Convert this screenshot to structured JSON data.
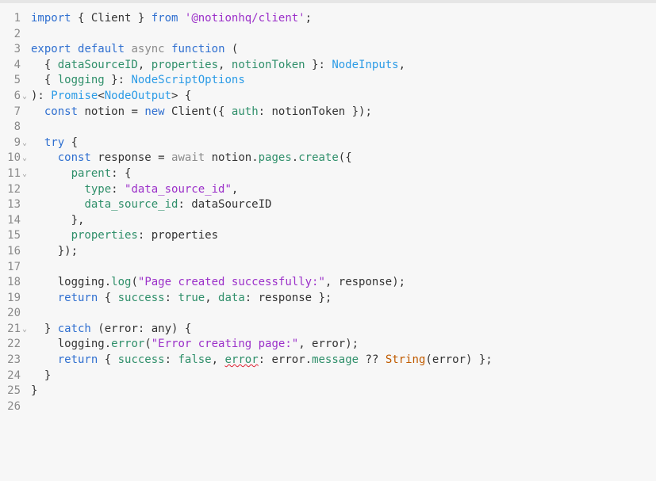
{
  "editor": {
    "lines": [
      {
        "no": "1",
        "fold": false,
        "segments": [
          {
            "t": "import",
            "c": "kw"
          },
          {
            "t": " { Client } "
          },
          {
            "t": "from",
            "c": "kw"
          },
          {
            "t": " "
          },
          {
            "t": "'@notionhq/client'",
            "c": "str"
          },
          {
            "t": ";"
          }
        ]
      },
      {
        "no": "2",
        "fold": false,
        "segments": []
      },
      {
        "no": "3",
        "fold": false,
        "segments": [
          {
            "t": "export",
            "c": "kw"
          },
          {
            "t": " "
          },
          {
            "t": "default",
            "c": "kw"
          },
          {
            "t": " "
          },
          {
            "t": "async",
            "c": "asy"
          },
          {
            "t": " "
          },
          {
            "t": "function",
            "c": "kw"
          },
          {
            "t": " ("
          }
        ]
      },
      {
        "no": "4",
        "fold": false,
        "segments": [
          {
            "t": "  { "
          },
          {
            "t": "dataSourceID",
            "c": "prop"
          },
          {
            "t": ", "
          },
          {
            "t": "properties",
            "c": "prop"
          },
          {
            "t": ", "
          },
          {
            "t": "notionToken",
            "c": "prop"
          },
          {
            "t": " }: "
          },
          {
            "t": "NodeInputs",
            "c": "type"
          },
          {
            "t": ","
          }
        ]
      },
      {
        "no": "5",
        "fold": false,
        "segments": [
          {
            "t": "  { "
          },
          {
            "t": "logging",
            "c": "prop"
          },
          {
            "t": " }: "
          },
          {
            "t": "NodeScriptOptions",
            "c": "type"
          }
        ]
      },
      {
        "no": "6",
        "fold": true,
        "segments": [
          {
            "t": "): "
          },
          {
            "t": "Promise",
            "c": "type"
          },
          {
            "t": "<"
          },
          {
            "t": "NodeOutput",
            "c": "type"
          },
          {
            "t": "> {"
          }
        ]
      },
      {
        "no": "7",
        "fold": false,
        "segments": [
          {
            "t": "  "
          },
          {
            "t": "const",
            "c": "kw"
          },
          {
            "t": " notion = "
          },
          {
            "t": "new",
            "c": "kw"
          },
          {
            "t": " Client({ "
          },
          {
            "t": "auth",
            "c": "prop"
          },
          {
            "t": ": notionToken });"
          }
        ]
      },
      {
        "no": "8",
        "fold": false,
        "segments": []
      },
      {
        "no": "9",
        "fold": true,
        "segments": [
          {
            "t": "  "
          },
          {
            "t": "try",
            "c": "kw"
          },
          {
            "t": " {"
          }
        ]
      },
      {
        "no": "10",
        "fold": true,
        "segments": [
          {
            "t": "    "
          },
          {
            "t": "const",
            "c": "kw"
          },
          {
            "t": " response = "
          },
          {
            "t": "await",
            "c": "asy"
          },
          {
            "t": " notion."
          },
          {
            "t": "pages",
            "c": "prop"
          },
          {
            "t": "."
          },
          {
            "t": "create",
            "c": "fn"
          },
          {
            "t": "({"
          }
        ]
      },
      {
        "no": "11",
        "fold": true,
        "segments": [
          {
            "t": "      "
          },
          {
            "t": "parent",
            "c": "prop"
          },
          {
            "t": ": {"
          }
        ]
      },
      {
        "no": "12",
        "fold": false,
        "segments": [
          {
            "t": "        "
          },
          {
            "t": "type",
            "c": "prop"
          },
          {
            "t": ": "
          },
          {
            "t": "\"data_source_id\"",
            "c": "str"
          },
          {
            "t": ","
          }
        ]
      },
      {
        "no": "13",
        "fold": false,
        "segments": [
          {
            "t": "        "
          },
          {
            "t": "data_source_id",
            "c": "prop"
          },
          {
            "t": ": dataSourceID"
          }
        ]
      },
      {
        "no": "14",
        "fold": false,
        "segments": [
          {
            "t": "      },"
          }
        ]
      },
      {
        "no": "15",
        "fold": false,
        "segments": [
          {
            "t": "      "
          },
          {
            "t": "properties",
            "c": "prop"
          },
          {
            "t": ": properties"
          }
        ]
      },
      {
        "no": "16",
        "fold": false,
        "segments": [
          {
            "t": "    });"
          }
        ]
      },
      {
        "no": "17",
        "fold": false,
        "segments": []
      },
      {
        "no": "18",
        "fold": false,
        "segments": [
          {
            "t": "    logging."
          },
          {
            "t": "log",
            "c": "fn"
          },
          {
            "t": "("
          },
          {
            "t": "\"Page created successfully:\"",
            "c": "str"
          },
          {
            "t": ", response);"
          }
        ]
      },
      {
        "no": "19",
        "fold": false,
        "segments": [
          {
            "t": "    "
          },
          {
            "t": "return",
            "c": "kw"
          },
          {
            "t": " { "
          },
          {
            "t": "success",
            "c": "prop"
          },
          {
            "t": ": "
          },
          {
            "t": "true",
            "c": "lit"
          },
          {
            "t": ", "
          },
          {
            "t": "data",
            "c": "prop"
          },
          {
            "t": ": response };"
          }
        ]
      },
      {
        "no": "20",
        "fold": false,
        "segments": []
      },
      {
        "no": "21",
        "fold": true,
        "segments": [
          {
            "t": "  } "
          },
          {
            "t": "catch",
            "c": "kw"
          },
          {
            "t": " (error: any) {"
          }
        ]
      },
      {
        "no": "22",
        "fold": false,
        "segments": [
          {
            "t": "    logging."
          },
          {
            "t": "error",
            "c": "fn"
          },
          {
            "t": "("
          },
          {
            "t": "\"Error creating page:\"",
            "c": "str"
          },
          {
            "t": ", error);"
          }
        ]
      },
      {
        "no": "23",
        "fold": false,
        "segments": [
          {
            "t": "    "
          },
          {
            "t": "return",
            "c": "kw"
          },
          {
            "t": " { "
          },
          {
            "t": "success",
            "c": "prop"
          },
          {
            "t": ": "
          },
          {
            "t": "false",
            "c": "lit"
          },
          {
            "t": ", "
          },
          {
            "t": "error",
            "c": "prop",
            "squig": true
          },
          {
            "t": ": error."
          },
          {
            "t": "message",
            "c": "prop"
          },
          {
            "t": " ?? "
          },
          {
            "t": "String",
            "c": "str2"
          },
          {
            "t": "(error) };"
          }
        ]
      },
      {
        "no": "24",
        "fold": false,
        "segments": [
          {
            "t": "  }"
          }
        ]
      },
      {
        "no": "25",
        "fold": false,
        "segments": [
          {
            "t": "}"
          }
        ]
      },
      {
        "no": "26",
        "fold": false,
        "segments": []
      }
    ]
  }
}
